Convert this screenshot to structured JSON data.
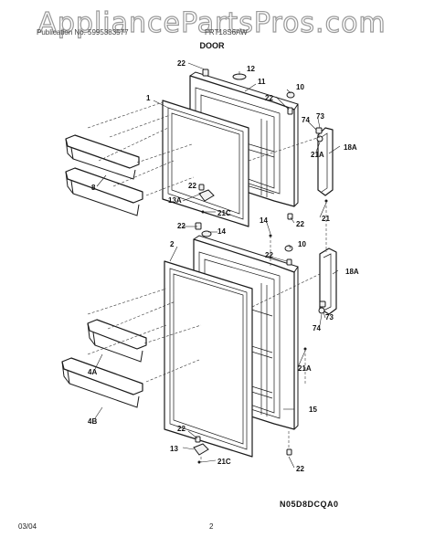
{
  "page": {
    "watermark": "AppliancePartsPros.com",
    "publication": "Publication No. 5995383577",
    "model": "FRT18S6AW",
    "section_title": "DOOR",
    "diagram_code": "N05D8DCQA0",
    "footer_date": "03/04",
    "page_number": "2"
  },
  "callouts": {
    "c1": "1",
    "c2": "2",
    "c4A": "4A",
    "c4B": "4B",
    "c8": "8",
    "c10": "10",
    "c11": "11",
    "c12": "12",
    "c13": "13",
    "c13A": "13A",
    "c14": "14",
    "c15": "15",
    "c18A": "18A",
    "c21": "21",
    "c21A": "21A",
    "c21C": "21C",
    "c22": "22",
    "c73": "73",
    "c74": "74"
  }
}
